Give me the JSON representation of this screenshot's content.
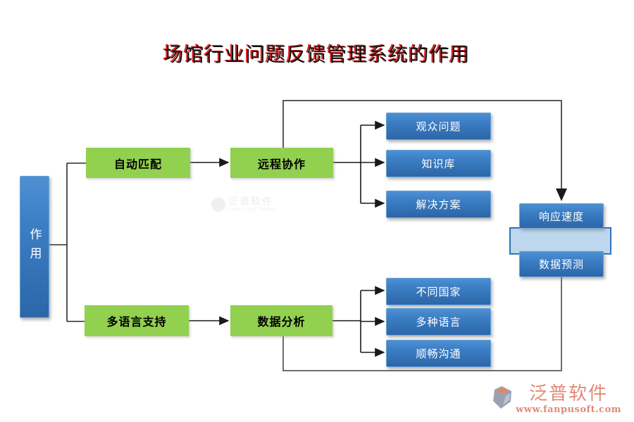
{
  "title": "场馆行业问题反馈管理系统的作用",
  "root": {
    "label": "作用"
  },
  "branches": [
    {
      "level1": "自动匹配",
      "level2": "远程协作",
      "children": [
        "观众问题",
        "知识库",
        "解决方案"
      ]
    },
    {
      "level1": "多语言支持",
      "level2": "数据分析",
      "children": [
        "不同国家",
        "多种语言",
        "顺畅沟通"
      ]
    }
  ],
  "outcomes": [
    "响应速度",
    "数据预测"
  ],
  "watermark": {
    "name": "泛普软件",
    "subtitle": "FANPU SOFTWARE"
  },
  "footer_logo": {
    "name": "泛普软件",
    "url": "www.fanpusoft.com"
  },
  "colors": {
    "title_text": "#111111",
    "title_shadow_red": "#e02020",
    "node_green": "#92d050",
    "node_blue_top": "#4e90d2",
    "node_blue_bottom": "#2b66a8",
    "bar_fill": "#bdd7ee",
    "bar_border": "#2e75b6",
    "connector": "#333333",
    "outer_connector": "#595959",
    "logo_salmon": "#e08a76"
  }
}
